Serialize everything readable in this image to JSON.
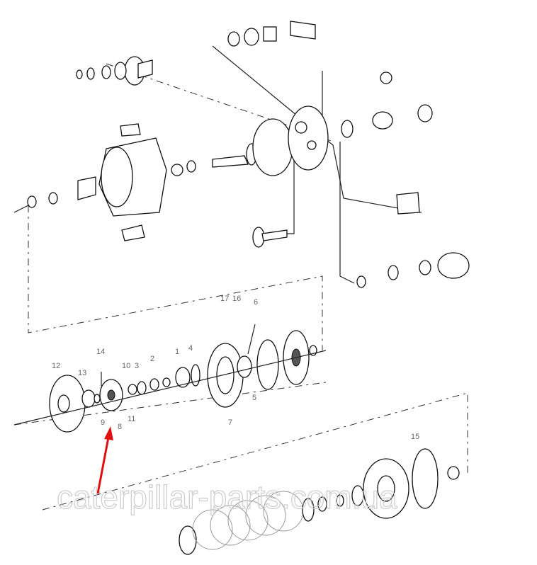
{
  "diagram": {
    "title": "Exploded parts diagram - torque converter / transmission group",
    "part_labels": [
      "1",
      "2",
      "3",
      "4",
      "5",
      "6",
      "7",
      "8",
      "9",
      "10",
      "11",
      "12",
      "13",
      "14",
      "15",
      "16",
      "17"
    ],
    "watermark": "caterpillar-parts.com.ua",
    "highlight_color": "#e01010",
    "highlighted_part": "8"
  }
}
